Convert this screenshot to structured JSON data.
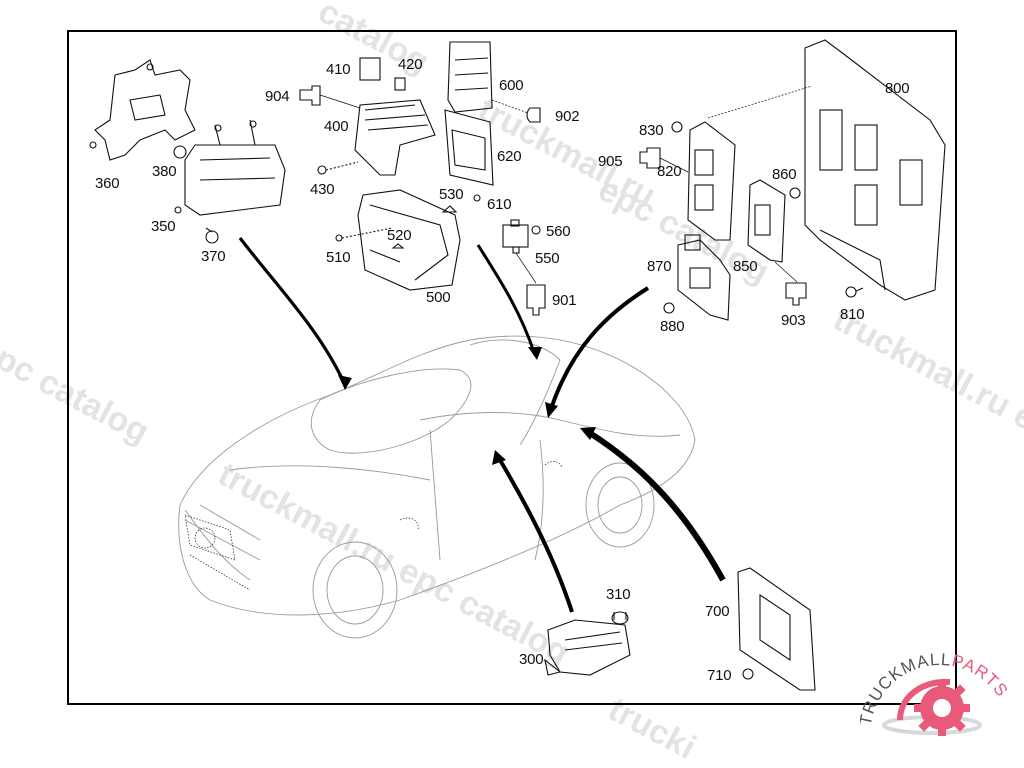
{
  "diagram": {
    "title": "Control units / fuse and relay box assembly – exploded view",
    "callouts": [
      {
        "id": "c350",
        "label": "350"
      },
      {
        "id": "c360",
        "label": "360"
      },
      {
        "id": "c370",
        "label": "370"
      },
      {
        "id": "c380",
        "label": "380"
      },
      {
        "id": "c400",
        "label": "400"
      },
      {
        "id": "c410",
        "label": "410"
      },
      {
        "id": "c420",
        "label": "420"
      },
      {
        "id": "c430",
        "label": "430"
      },
      {
        "id": "c904",
        "label": "904"
      },
      {
        "id": "c500",
        "label": "500"
      },
      {
        "id": "c510",
        "label": "510"
      },
      {
        "id": "c520",
        "label": "520"
      },
      {
        "id": "c530",
        "label": "530"
      },
      {
        "id": "c550",
        "label": "550"
      },
      {
        "id": "c560",
        "label": "560"
      },
      {
        "id": "c600",
        "label": "600"
      },
      {
        "id": "c610",
        "label": "610"
      },
      {
        "id": "c620",
        "label": "620"
      },
      {
        "id": "c901",
        "label": "901"
      },
      {
        "id": "c902",
        "label": "902"
      },
      {
        "id": "c800",
        "label": "800"
      },
      {
        "id": "c810",
        "label": "810"
      },
      {
        "id": "c820",
        "label": "820"
      },
      {
        "id": "c830",
        "label": "830"
      },
      {
        "id": "c850",
        "label": "850"
      },
      {
        "id": "c860",
        "label": "860"
      },
      {
        "id": "c870",
        "label": "870"
      },
      {
        "id": "c880",
        "label": "880"
      },
      {
        "id": "c903",
        "label": "903"
      },
      {
        "id": "c905",
        "label": "905"
      },
      {
        "id": "c300",
        "label": "300"
      },
      {
        "id": "c310",
        "label": "310"
      },
      {
        "id": "c700",
        "label": "700"
      },
      {
        "id": "c710",
        "label": "710"
      }
    ]
  },
  "watermarks": {
    "w1": "catalog",
    "w2": "truckmall.ru",
    "w3": "epc catalog",
    "w4": "truckmall.ru epc catalog",
    "w5": "truckmall.ru e",
    "w6": "trucki",
    "w7": "epc catalog"
  },
  "logo": {
    "text_main": "TRUCKMALL",
    "text_accent": "PARTS",
    "accent_color": "#e8597a",
    "icon": "gear-icon"
  }
}
